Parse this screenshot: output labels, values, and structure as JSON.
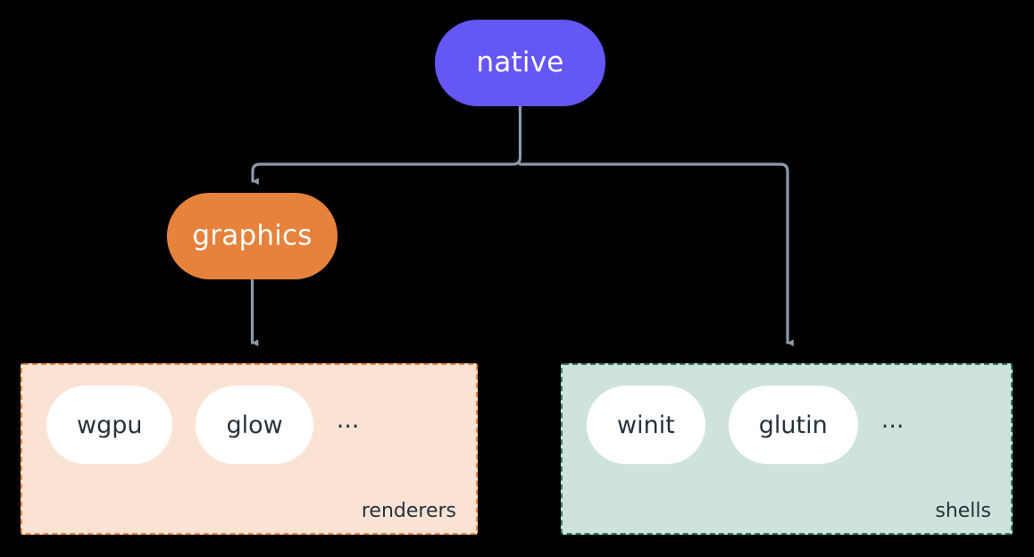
{
  "diagram": {
    "title": "native",
    "background_color": "#000000",
    "edge_color": "#8b9aa8",
    "nodes": [
      {
        "id": "native",
        "label": "native",
        "color": "#6457f5",
        "text_color": "#ffffff"
      },
      {
        "id": "graphics",
        "label": "graphics",
        "color": "#e6823c",
        "text_color": "#ffffff"
      }
    ],
    "clusters": [
      {
        "id": "renderers",
        "label": "renderers",
        "background_color": "#fbe3d4",
        "border_color": "#ef8a3c",
        "border_style": "dashed",
        "items": [
          "wgpu",
          "glow"
        ],
        "overflow": "..."
      },
      {
        "id": "shells",
        "label": "shells",
        "background_color": "#cfe3dd",
        "border_color": "#2f7d6b",
        "border_style": "dashed",
        "items": [
          "winit",
          "glutin"
        ],
        "overflow": "..."
      }
    ],
    "edges": [
      {
        "from": "native",
        "to": "graphics",
        "arrow": true
      },
      {
        "from": "native",
        "to": "shells",
        "arrow": true
      },
      {
        "from": "graphics",
        "to": "renderers",
        "arrow": true
      }
    ]
  }
}
